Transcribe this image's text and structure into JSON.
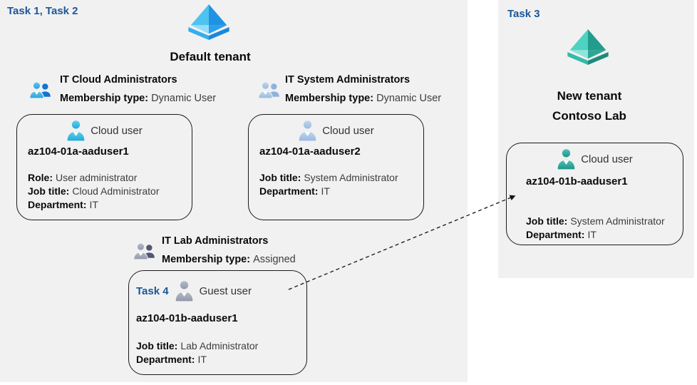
{
  "left_panel": {
    "task_label": "Task 1, Task 2",
    "tenant_title": "Default tenant",
    "groups": [
      {
        "title": "IT Cloud Administrators",
        "membership_label": "Membership type:",
        "membership_value": "Dynamic User"
      },
      {
        "title": "IT System Administrators",
        "membership_label": "Membership type:",
        "membership_value": "Dynamic User"
      },
      {
        "title": "IT Lab Administrators",
        "membership_label": "Membership type:",
        "membership_value": "Assigned"
      }
    ]
  },
  "right_panel": {
    "task_label": "Task 3",
    "tenant_title_line1": "New tenant",
    "tenant_title_line2": "Contoso Lab"
  },
  "cards": [
    {
      "type_label": "Cloud user",
      "name": "az104-01a-aaduser1",
      "attrs": [
        {
          "label": "Role:",
          "value": "User administrator"
        },
        {
          "label": "Job title:",
          "value": "Cloud Administrator"
        },
        {
          "label": "Department:",
          "value": "IT"
        }
      ]
    },
    {
      "type_label": "Cloud user",
      "name": "az104-01a-aaduser2",
      "attrs": [
        {
          "label": "Job title:",
          "value": "System Administrator"
        },
        {
          "label": "Department:",
          "value": "IT"
        }
      ]
    },
    {
      "task_label": "Task 4",
      "type_label": "Guest user",
      "name": "az104-01b-aaduser1",
      "attrs": [
        {
          "label": "Job title:",
          "value": "Lab Administrator"
        },
        {
          "label": "Department:",
          "value": "IT"
        }
      ]
    },
    {
      "type_label": "Cloud user",
      "name": "az104-01b-aaduser1",
      "attrs": [
        {
          "label": "Job title:",
          "value": "System Administrator"
        },
        {
          "label": "Department:",
          "value": "IT"
        }
      ]
    }
  ],
  "icons": {
    "default-tenant-icon": "azure-ad-pyramid-blue",
    "new-tenant-icon": "azure-ad-pyramid-teal",
    "group-cloud-admins-icon": "two-users-blue",
    "group-system-admins-icon": "two-users-lightblue",
    "group-lab-admins-icon": "two-users-gray-navy",
    "cloud-user-1-icon": "user-silhouette-cyan",
    "cloud-user-2-icon": "user-silhouette-lightblue",
    "guest-user-icon": "user-silhouette-gray",
    "cloud-user-new-tenant-icon": "user-silhouette-teal"
  },
  "colors": {
    "panel_bg": "#f1f1f2",
    "task_label_blue": "#1a5899",
    "card_border": "#1a1a1a",
    "azure_cyan": "#4fc3f0",
    "azure_blue": "#1f93e3",
    "teal": "#2aa796",
    "arrow": "#141414"
  }
}
